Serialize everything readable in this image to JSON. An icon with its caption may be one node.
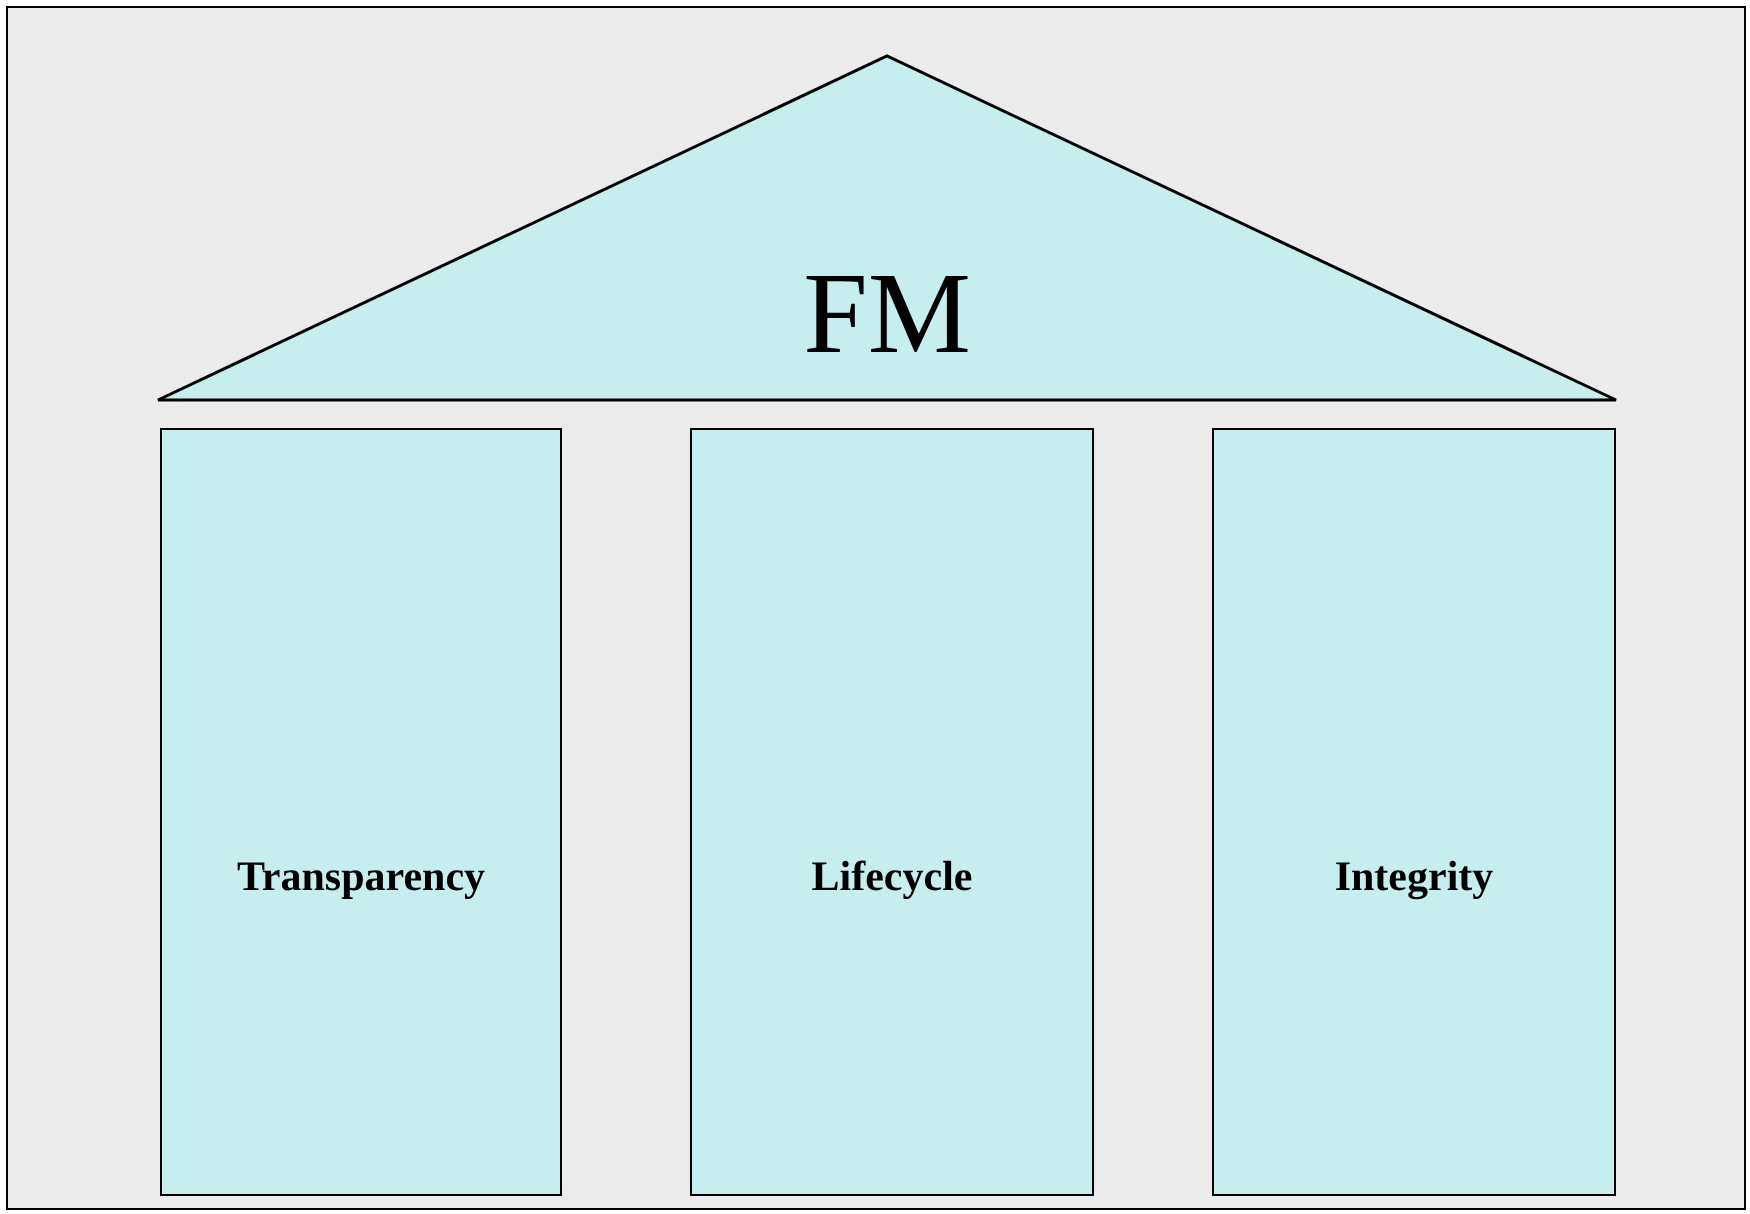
{
  "diagram": {
    "nodes": [
      {
        "text": [
          "FM"
        ]
      },
      {
        "text": [
          "Transparency"
        ]
      },
      {
        "text": [
          "Lifecycle"
        ]
      },
      {
        "text": [
          "Integrity"
        ]
      }
    ]
  }
}
